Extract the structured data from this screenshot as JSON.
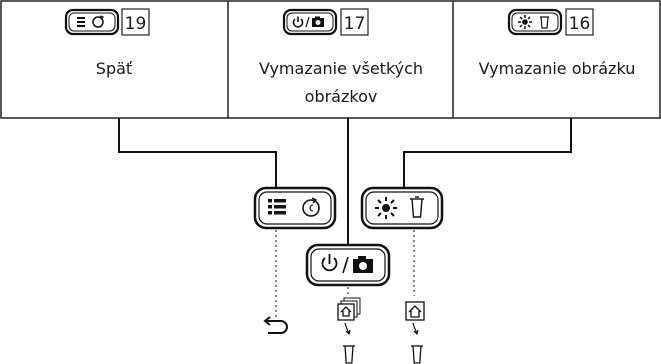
{
  "panels": [
    {
      "num": "19",
      "label_lines": [
        "Späť"
      ],
      "key_icons": [
        "list-icon",
        "rotate-icon"
      ]
    },
    {
      "num": "17",
      "label_lines": [
        "Vymazanie všetkých",
        "obrázkov"
      ],
      "key_icons": [
        "power-icon",
        "camera-icon"
      ]
    },
    {
      "num": "16",
      "label_lines": [
        "Vymazanie obrázku"
      ],
      "key_icons": [
        "sun-icon",
        "trash-icon"
      ]
    }
  ],
  "buttons": [
    {
      "name": "list-rotate-button",
      "icons": [
        "list-icon",
        "rotate-icon"
      ]
    },
    {
      "name": "power-camera-button",
      "icons": [
        "power-icon",
        "camera-icon"
      ],
      "separator": "/"
    },
    {
      "name": "sun-trash-button",
      "icons": [
        "sun-icon",
        "trash-icon"
      ]
    }
  ],
  "outputs": [
    "return-arrow-icon",
    "all-images-home-icon",
    "single-image-home-icon",
    "trash-icon"
  ]
}
